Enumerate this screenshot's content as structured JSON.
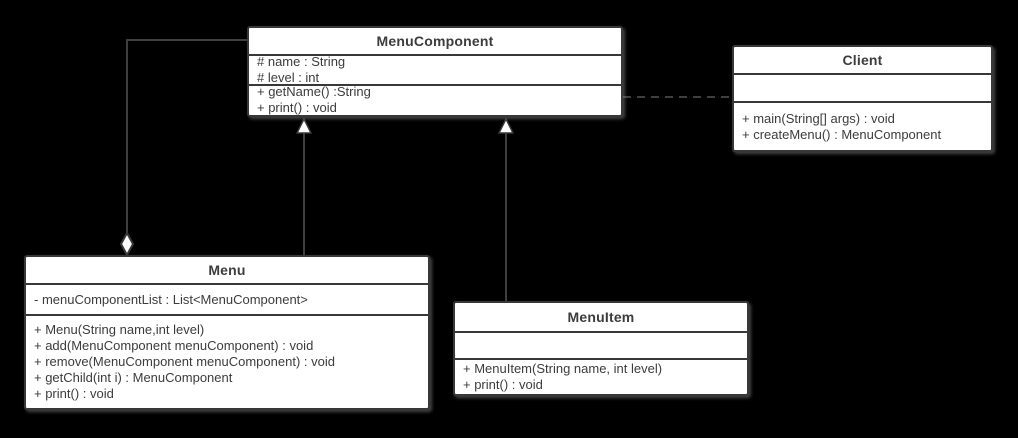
{
  "diagram": {
    "kind": "uml-class-diagram",
    "pattern": "Composite",
    "background": "#000000"
  },
  "colors": {
    "box_fill": "#ffffff",
    "box_border": "#383838",
    "text": "#3c3c3c",
    "connector": "#3f3f3f",
    "arrow_fill": "#ffffff"
  },
  "classes": [
    {
      "id": "menucomponent",
      "name": "MenuComponent",
      "attributes": [
        "# name : String",
        "# level : int"
      ],
      "methods": [
        "+ getName() :String",
        "+ print() : void"
      ]
    },
    {
      "id": "client",
      "name": "Client",
      "attributes": [],
      "methods": [
        "+ main(String[] args) : void",
        "+ createMenu() : MenuComponent"
      ]
    },
    {
      "id": "menu",
      "name": "Menu",
      "attributes": [
        "- menuComponentList : List<MenuComponent>"
      ],
      "methods": [
        "+ Menu(String name,int level)",
        "+ add(MenuComponent menuComponent) : void",
        "+ remove(MenuComponent menuComponent) : void",
        "+ getChild(int i) : MenuComponent",
        "+ print() : void"
      ]
    },
    {
      "id": "menuitem",
      "name": "MenuItem",
      "attributes": [],
      "methods": [
        "+ MenuItem(String name, int level)",
        "+ print() : void"
      ]
    }
  ],
  "relationships": [
    {
      "type": "aggregation",
      "from": "Menu",
      "to": "MenuComponent",
      "line": "solid",
      "marker": "diamond-at-menu"
    },
    {
      "type": "generalization",
      "from": "Menu",
      "to": "MenuComponent",
      "line": "solid",
      "marker": "hollow-triangle"
    },
    {
      "type": "generalization",
      "from": "MenuItem",
      "to": "MenuComponent",
      "line": "solid",
      "marker": "hollow-triangle"
    },
    {
      "type": "dependency",
      "from": "Client",
      "to": "MenuComponent",
      "line": "dashed",
      "marker": "none"
    }
  ]
}
